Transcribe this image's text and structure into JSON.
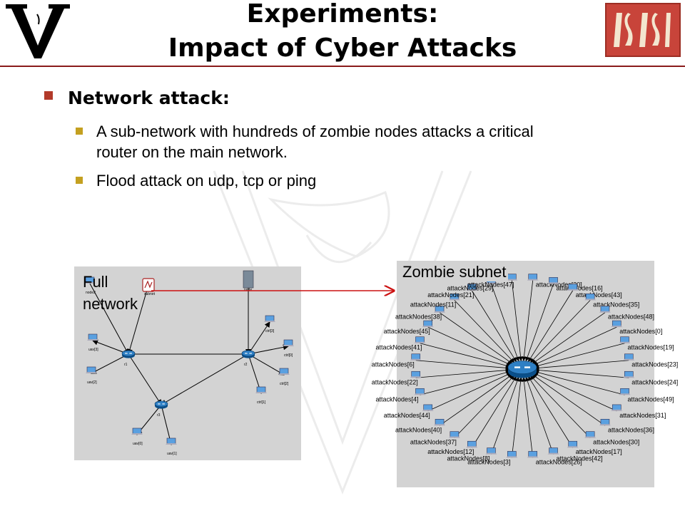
{
  "slide": {
    "title_line1": "Experiments:",
    "title_line2": "Impact of  Cyber Attacks",
    "bullet": "Network attack:",
    "sub_bullets": [
      {
        "line1": "A sub-network with hundreds of zombie nodes attacks a critical",
        "line2": "router on the main network."
      },
      {
        "line1": "Flood attack on udp, tcp or ping",
        "line2": ""
      }
    ]
  },
  "labels": {
    "full_network": [
      "Full",
      "network"
    ],
    "zombie_subnet": "Zombie subnet"
  },
  "full_network_nodes": [
    "node2",
    "subnet",
    "node",
    "r1",
    "r2",
    "r3",
    "uav[3]",
    "uav[2]",
    "uav[0]",
    "uav[1]",
    "ctrl[3]",
    "ctrl[0]",
    "ctrl[2]",
    "ctrl[1]"
  ],
  "zombie_nodes": [
    "attackNodes[20]",
    "attackNodes[16]",
    "attackNodes[43]",
    "attackNodes[35]",
    "attackNodes[48]",
    "attackNodes[0]",
    "attackNodes[19]",
    "attackNodes[23]",
    "attackNodes[24]",
    "attackNodes[49]",
    "attackNodes[31]",
    "attackNodes[36]",
    "attackNodes[30]",
    "attackNodes[17]",
    "attackNodes[42]",
    "attackNodes[26]",
    "attackNodes[3]",
    "attackNodes[8]",
    "attackNodes[12]",
    "attackNodes[37]",
    "attackNodes[40]",
    "attackNodes[44]",
    "attackNodes[4]",
    "attackNodes[22]",
    "attackNodes[6]",
    "attackNodes[41]",
    "attackNodes[45]",
    "attackNodes[38]",
    "attackNodes[11]",
    "attackNodes[21]",
    "attackNodes[29]",
    "attackNodes[47]"
  ],
  "colors": {
    "accent_red": "#b23a2a",
    "sub_bullet": "#c4a020",
    "rule": "#8a1a1a",
    "arrow": "#cc1111"
  }
}
